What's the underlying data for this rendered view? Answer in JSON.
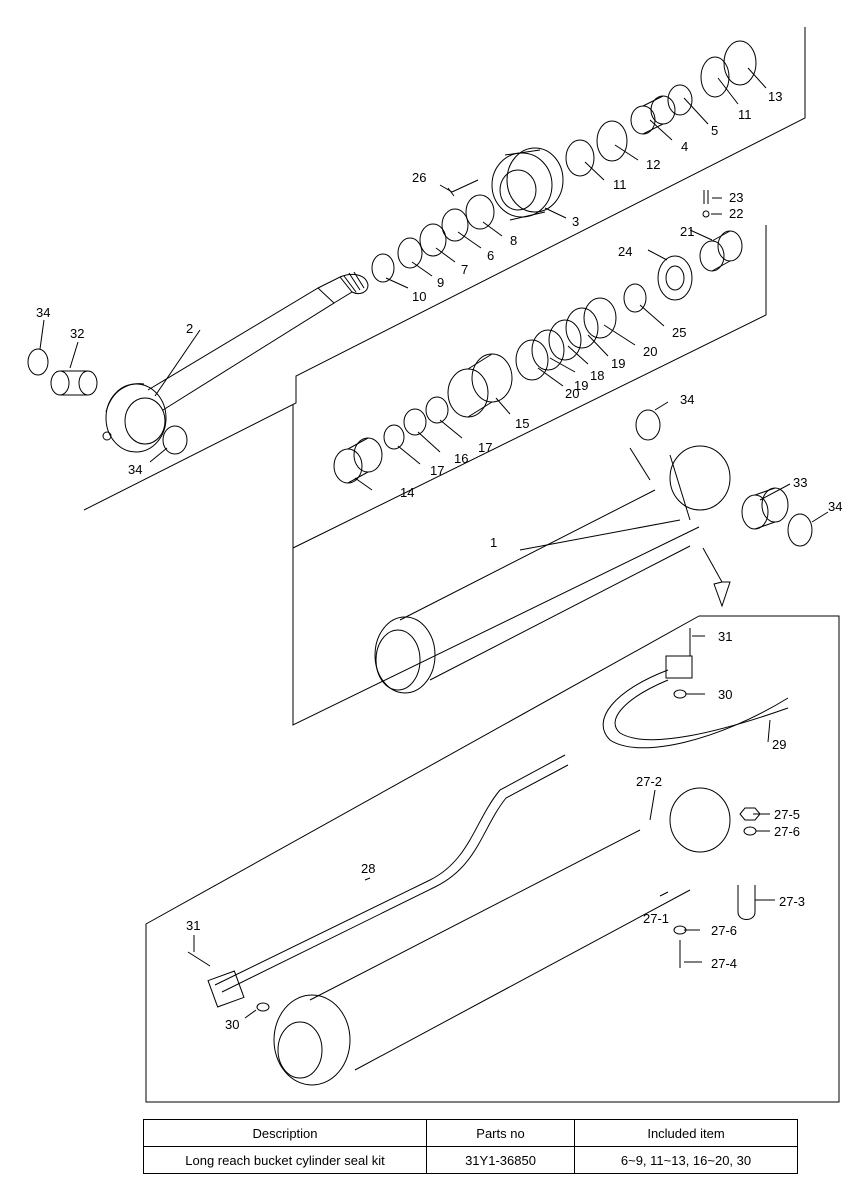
{
  "callouts": [
    {
      "id": "c13",
      "text": "13"
    },
    {
      "id": "c11a",
      "text": "11"
    },
    {
      "id": "c5",
      "text": "5"
    },
    {
      "id": "c4",
      "text": "4"
    },
    {
      "id": "c12",
      "text": "12"
    },
    {
      "id": "c11b",
      "text": "11"
    },
    {
      "id": "c26",
      "text": "26"
    },
    {
      "id": "c3",
      "text": "3"
    },
    {
      "id": "c8",
      "text": "8"
    },
    {
      "id": "c6",
      "text": "6"
    },
    {
      "id": "c7",
      "text": "7"
    },
    {
      "id": "c9",
      "text": "9"
    },
    {
      "id": "c10",
      "text": "10"
    },
    {
      "id": "c23",
      "text": "23"
    },
    {
      "id": "c22",
      "text": "22"
    },
    {
      "id": "c21",
      "text": "21"
    },
    {
      "id": "c24",
      "text": "24"
    },
    {
      "id": "c25",
      "text": "25"
    },
    {
      "id": "c20a",
      "text": "20"
    },
    {
      "id": "c19a",
      "text": "19"
    },
    {
      "id": "c18",
      "text": "18"
    },
    {
      "id": "c19b",
      "text": "19"
    },
    {
      "id": "c20b",
      "text": "20"
    },
    {
      "id": "c15",
      "text": "15"
    },
    {
      "id": "c17a",
      "text": "17"
    },
    {
      "id": "c16",
      "text": "16"
    },
    {
      "id": "c17b",
      "text": "17"
    },
    {
      "id": "c14",
      "text": "14"
    },
    {
      "id": "c2",
      "text": "2"
    },
    {
      "id": "c34a",
      "text": "34"
    },
    {
      "id": "c32",
      "text": "32"
    },
    {
      "id": "c34b",
      "text": "34"
    },
    {
      "id": "c34c",
      "text": "34"
    },
    {
      "id": "c33",
      "text": "33"
    },
    {
      "id": "c34d",
      "text": "34"
    },
    {
      "id": "c1",
      "text": "1"
    },
    {
      "id": "c31a",
      "text": "31"
    },
    {
      "id": "c30a",
      "text": "30"
    },
    {
      "id": "c29",
      "text": "29"
    },
    {
      "id": "c27_2",
      "text": "27-2"
    },
    {
      "id": "c27_5",
      "text": "27-5"
    },
    {
      "id": "c27_6a",
      "text": "27-6"
    },
    {
      "id": "c28",
      "text": "28"
    },
    {
      "id": "c27_3",
      "text": "27-3"
    },
    {
      "id": "c27_1",
      "text": "27-1"
    },
    {
      "id": "c27_6b",
      "text": "27-6"
    },
    {
      "id": "c27_4",
      "text": "27-4"
    },
    {
      "id": "c31b",
      "text": "31"
    },
    {
      "id": "c30b",
      "text": "30"
    }
  ],
  "table": {
    "headers": [
      "Description",
      "Parts no",
      "Included item"
    ],
    "rows": [
      [
        "Long reach bucket cylinder seal kit",
        "31Y1-36850",
        "6~9, 11~13, 16~20, 30"
      ]
    ]
  }
}
